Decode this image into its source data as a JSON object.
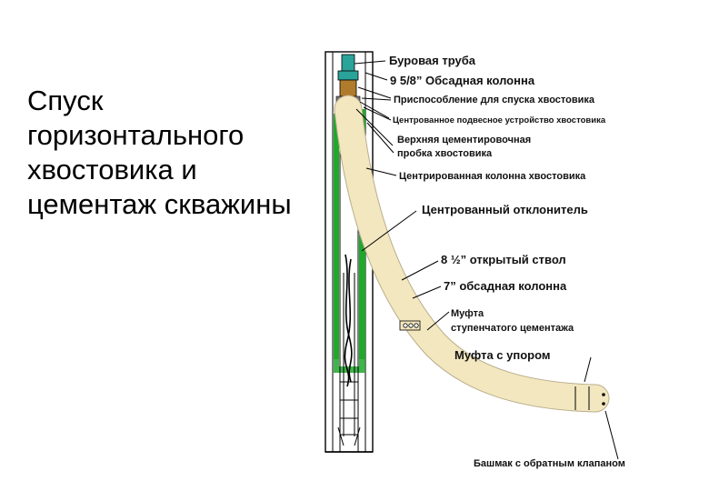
{
  "title_lines": [
    "Спуск",
    "горизонтального",
    "хвостовика и",
    "цементаж скважины"
  ],
  "labels": {
    "drill_pipe": "Буровая труба",
    "casing_9_5_8": "9 5/8” Обсадная колонна",
    "running_tool": "Приспособление для спуска хвостовика",
    "liner_hanger": "Центрованное подвесное устройство хвостовика",
    "top_plug_1": "Верхняя цементировочная",
    "top_plug_2": "пробка хвостовика",
    "centered_liner": "Центрированная колонна хвостовика",
    "whipstock": "Центрованный отклонитель",
    "open_hole": "8 ½” открытый ствол",
    "casing_7": "7” обсадная колонна",
    "stage_collar_1": "Муфта",
    "stage_collar_2": "ступенчатого цементажа",
    "landing_collar": "Муфта с упором",
    "float_shoe": "Башмак с обратным клапаном"
  },
  "colors": {
    "cement": "#f3e7bf",
    "cement_edge": "#b8ad8c",
    "green": "#1fa82c",
    "teal": "#2aa39a",
    "brown": "#b07b2c",
    "black": "#000000"
  }
}
